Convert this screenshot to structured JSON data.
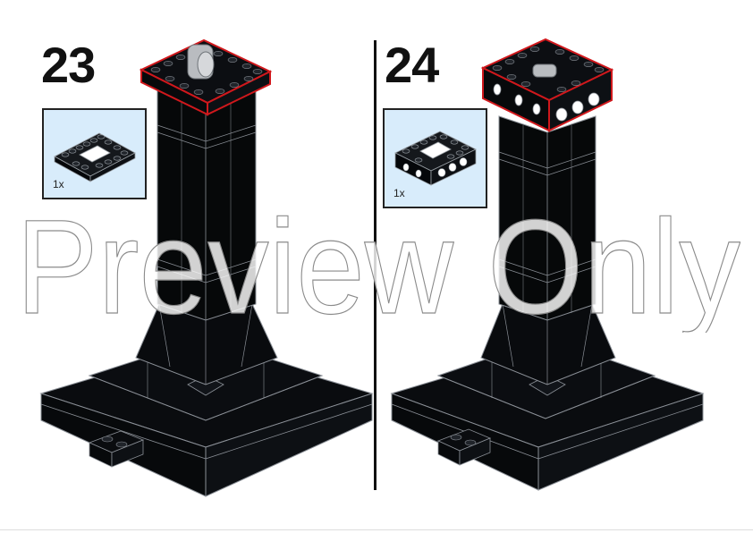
{
  "steps": [
    {
      "number": "23",
      "part_quantity": "1x",
      "part_icon": "plate-4x6-with-opening-icon"
    },
    {
      "number": "24",
      "part_quantity": "1x",
      "part_icon": "technic-brick-4x6-with-holes-icon"
    }
  ],
  "watermark": {
    "text": "Preview Only"
  },
  "colors": {
    "brick": "#0b0d10",
    "edge": "#8a8f96",
    "highlight": "#d0181c",
    "parts_bg": "#d8ecfb",
    "grey_pin": "#b9bcc0"
  }
}
